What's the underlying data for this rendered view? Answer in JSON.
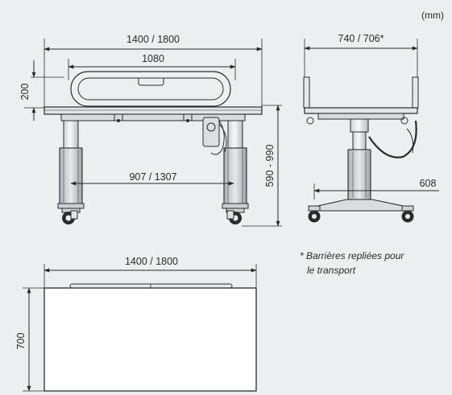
{
  "unit_label": "(mm)",
  "front_view": {
    "overall_length": "1400 / 1800",
    "rail_length": "1080",
    "rail_height": "200",
    "height_range": "590 - 990",
    "caster_spacing": "907 / 1307"
  },
  "side_view": {
    "width": "740 / 706*",
    "base_width": "608"
  },
  "top_view": {
    "length": "1400 / 1800",
    "depth": "700"
  },
  "footnote": {
    "line1": "* Barrières repliées pour",
    "line2": "le transport"
  }
}
